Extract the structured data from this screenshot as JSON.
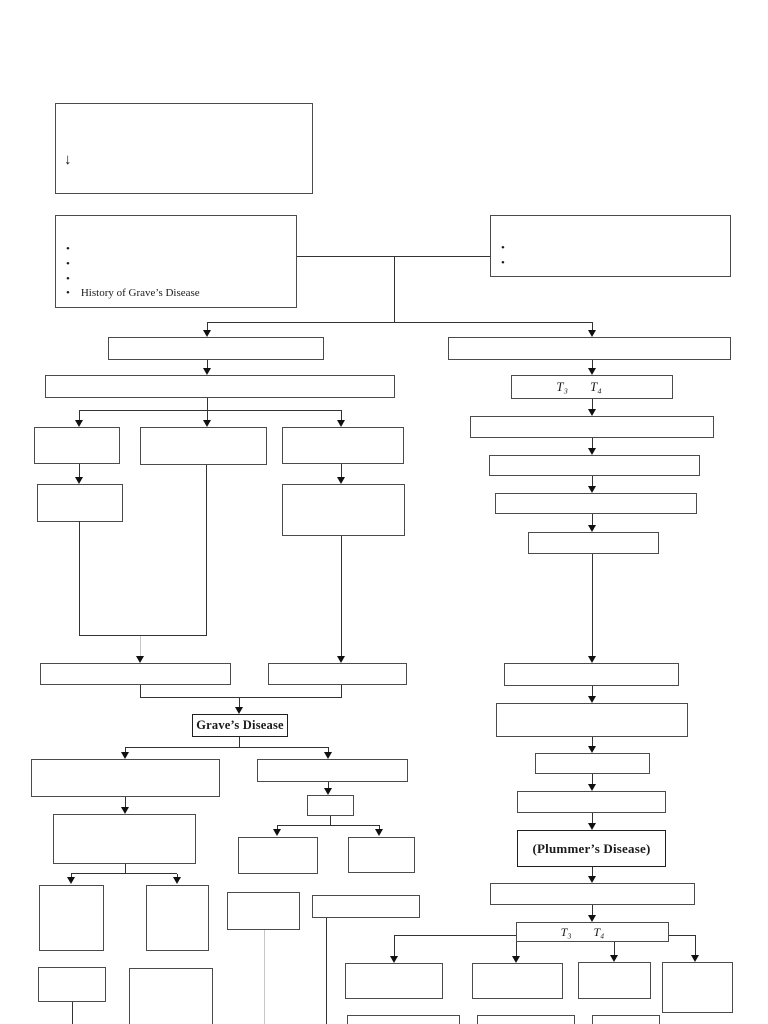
{
  "document": {
    "type": "flowchart-page",
    "background": "#ffffff"
  },
  "labels": {
    "down_arrow": "↓",
    "bullet": "•",
    "history_item": "History of Grave’s Disease",
    "graves_disease": "Grave’s Disease",
    "plummers_disease": "(Plummer’s Disease)",
    "t3": "T₃",
    "t4": "T₄"
  },
  "colors": {
    "box_border": "#4b4b4b",
    "emphasis_border": "#1f1f1f",
    "connector": "#333333",
    "light_connector": "#c6c6c6",
    "text": "#1b1b1b",
    "background": "#ffffff"
  }
}
